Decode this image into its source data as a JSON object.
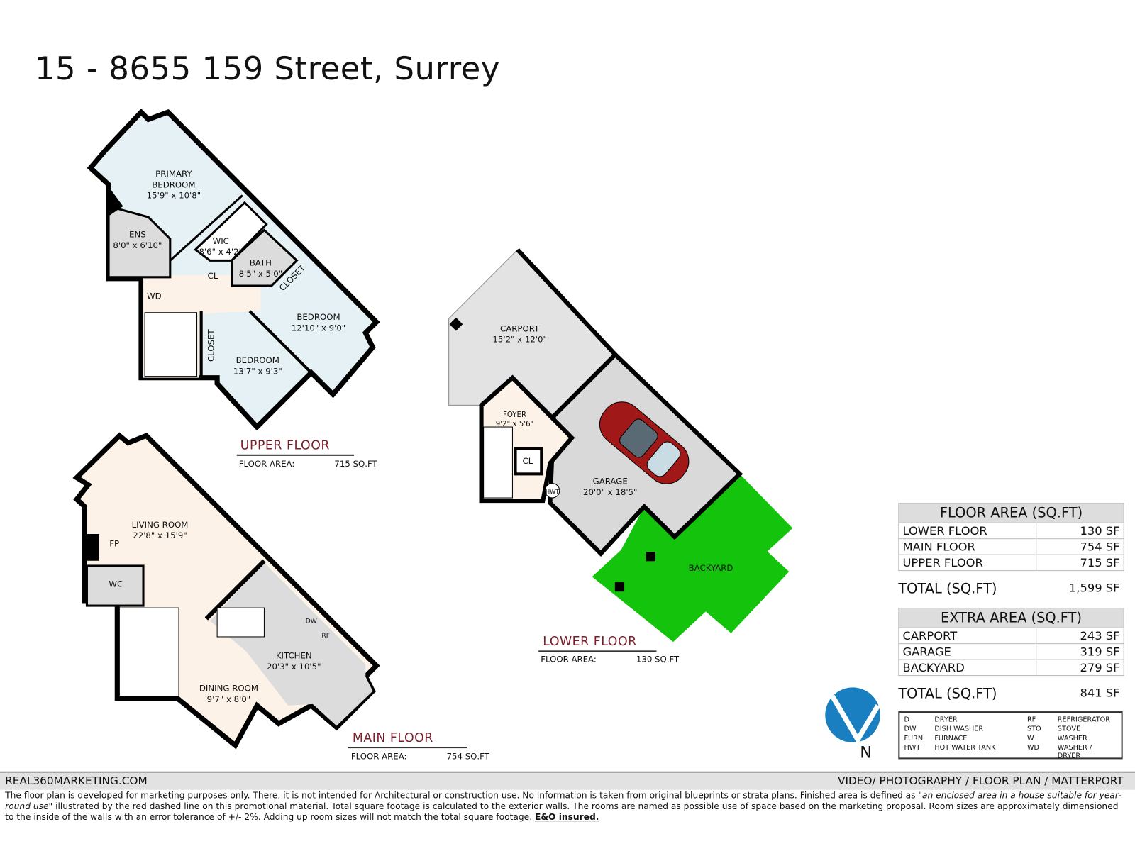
{
  "title": "15 - 8655 159 Street, Surrey",
  "upper_floor": {
    "name": "UPPER FLOOR",
    "area_label": "FLOOR AREA:",
    "area_value": "715 SQ.FT",
    "rooms": [
      {
        "name": "PRIMARY\nBEDROOM",
        "size": "15'9\" x 10'8\""
      },
      {
        "name": "ENS",
        "size": "8'0\" x 6'10\""
      },
      {
        "name": "WIC",
        "size": "8'6\" x 4'2\""
      },
      {
        "name": "BATH",
        "size": "8'5\" x 5'0\""
      },
      {
        "name": "BEDROOM",
        "size": "12'10\" x 9'0\""
      },
      {
        "name": "BEDROOM",
        "size": "13'7\" x 9'3\""
      }
    ],
    "tags": {
      "cl": "CL",
      "wd": "WD",
      "closet1": "CLOSET",
      "closet2": "CLOSET"
    }
  },
  "main_floor": {
    "name": "MAIN FLOOR",
    "area_label": "FLOOR AREA:",
    "area_value": "754 SQ.FT",
    "rooms": [
      {
        "name": "LIVING ROOM",
        "size": "22'8\" x 15'9\""
      },
      {
        "name": "KITCHEN",
        "size": "20'3\" x 10'5\""
      },
      {
        "name": "DINING ROOM",
        "size": "9'7\" x 8'0\""
      }
    ],
    "tags": {
      "fp": "FP",
      "wc": "WC",
      "dw": "DW",
      "rf": "RF"
    }
  },
  "lower_floor": {
    "name": "LOWER FLOOR",
    "area_label": "FLOOR AREA:",
    "area_value": "130 SQ.FT",
    "rooms": [
      {
        "name": "CARPORT",
        "size": "15'2\" x 12'0\""
      },
      {
        "name": "FOYER",
        "size": "9'2\" x 5'6\""
      },
      {
        "name": "GARAGE",
        "size": "20'0\" x 18'5\""
      },
      {
        "name": "BACKYARD",
        "size": ""
      }
    ],
    "tags": {
      "cl": "CL",
      "hwt": "HWT"
    }
  },
  "floor_area_table": {
    "header": "FLOOR AREA (SQ.FT)",
    "rows": [
      {
        "label": "LOWER FLOOR",
        "value": "130 SF"
      },
      {
        "label": "MAIN FLOOR",
        "value": "754 SF"
      },
      {
        "label": "UPPER FLOOR",
        "value": "715 SF"
      }
    ],
    "total_label": "TOTAL (SQ.FT)",
    "total_value": "1,599 SF"
  },
  "extra_area_table": {
    "header": "EXTRA AREA (SQ.FT)",
    "rows": [
      {
        "label": "CARPORT",
        "value": "243 SF"
      },
      {
        "label": "GARAGE",
        "value": "319 SF"
      },
      {
        "label": "BACKYARD",
        "value": "279 SF"
      }
    ],
    "total_label": "TOTAL (SQ.FT)",
    "total_value": "841 SF"
  },
  "legend": [
    {
      "code": "D",
      "meaning": "DRYER"
    },
    {
      "code": "RF",
      "meaning": "REFRIGERATOR"
    },
    {
      "code": "DW",
      "meaning": "DISH WASHER"
    },
    {
      "code": "STO",
      "meaning": "STOVE"
    },
    {
      "code": "FURN",
      "meaning": "FURNACE"
    },
    {
      "code": "W",
      "meaning": "WASHER"
    },
    {
      "code": "HWT",
      "meaning": "HOT WATER TANK"
    },
    {
      "code": "WD",
      "meaning": "WASHER / DRYER"
    }
  ],
  "compass": {
    "label": "N",
    "color": "#1a7fc1"
  },
  "footer": {
    "website": "REAL360MARKETING.COM",
    "services": "VIDEO/ PHOTOGRAPHY / FLOOR PLAN / MATTERPORT",
    "disclaimer_1": "The floor plan is developed for marketing purposes only. There, it is not intended for Architectural or construction use. No information is  taken from original blueprints or strata plans. Finished area is defined as ",
    "disclaimer_quote": "\"an enclosed area in a house suitable for year-round use\"",
    "disclaimer_2": " illustrated by the red dashed line on this promotional material. Total square footage is calculated to the exterior walls. The rooms are named as possible use of space based on the marketing proposal. Room sizes are approximately dimensioned to the inside of the walls with an error tolerance of +/- 2%. Adding up room sizes will not match the total square footage. ",
    "disclaimer_bold": "E&O insured."
  },
  "colors": {
    "backyard": "#14c40c",
    "bedroom": "#e6f1f5",
    "living": "#fdf2e7",
    "wet": "#dcdcdc",
    "floor_name": "#7a1e2a",
    "car": "#a01818"
  }
}
